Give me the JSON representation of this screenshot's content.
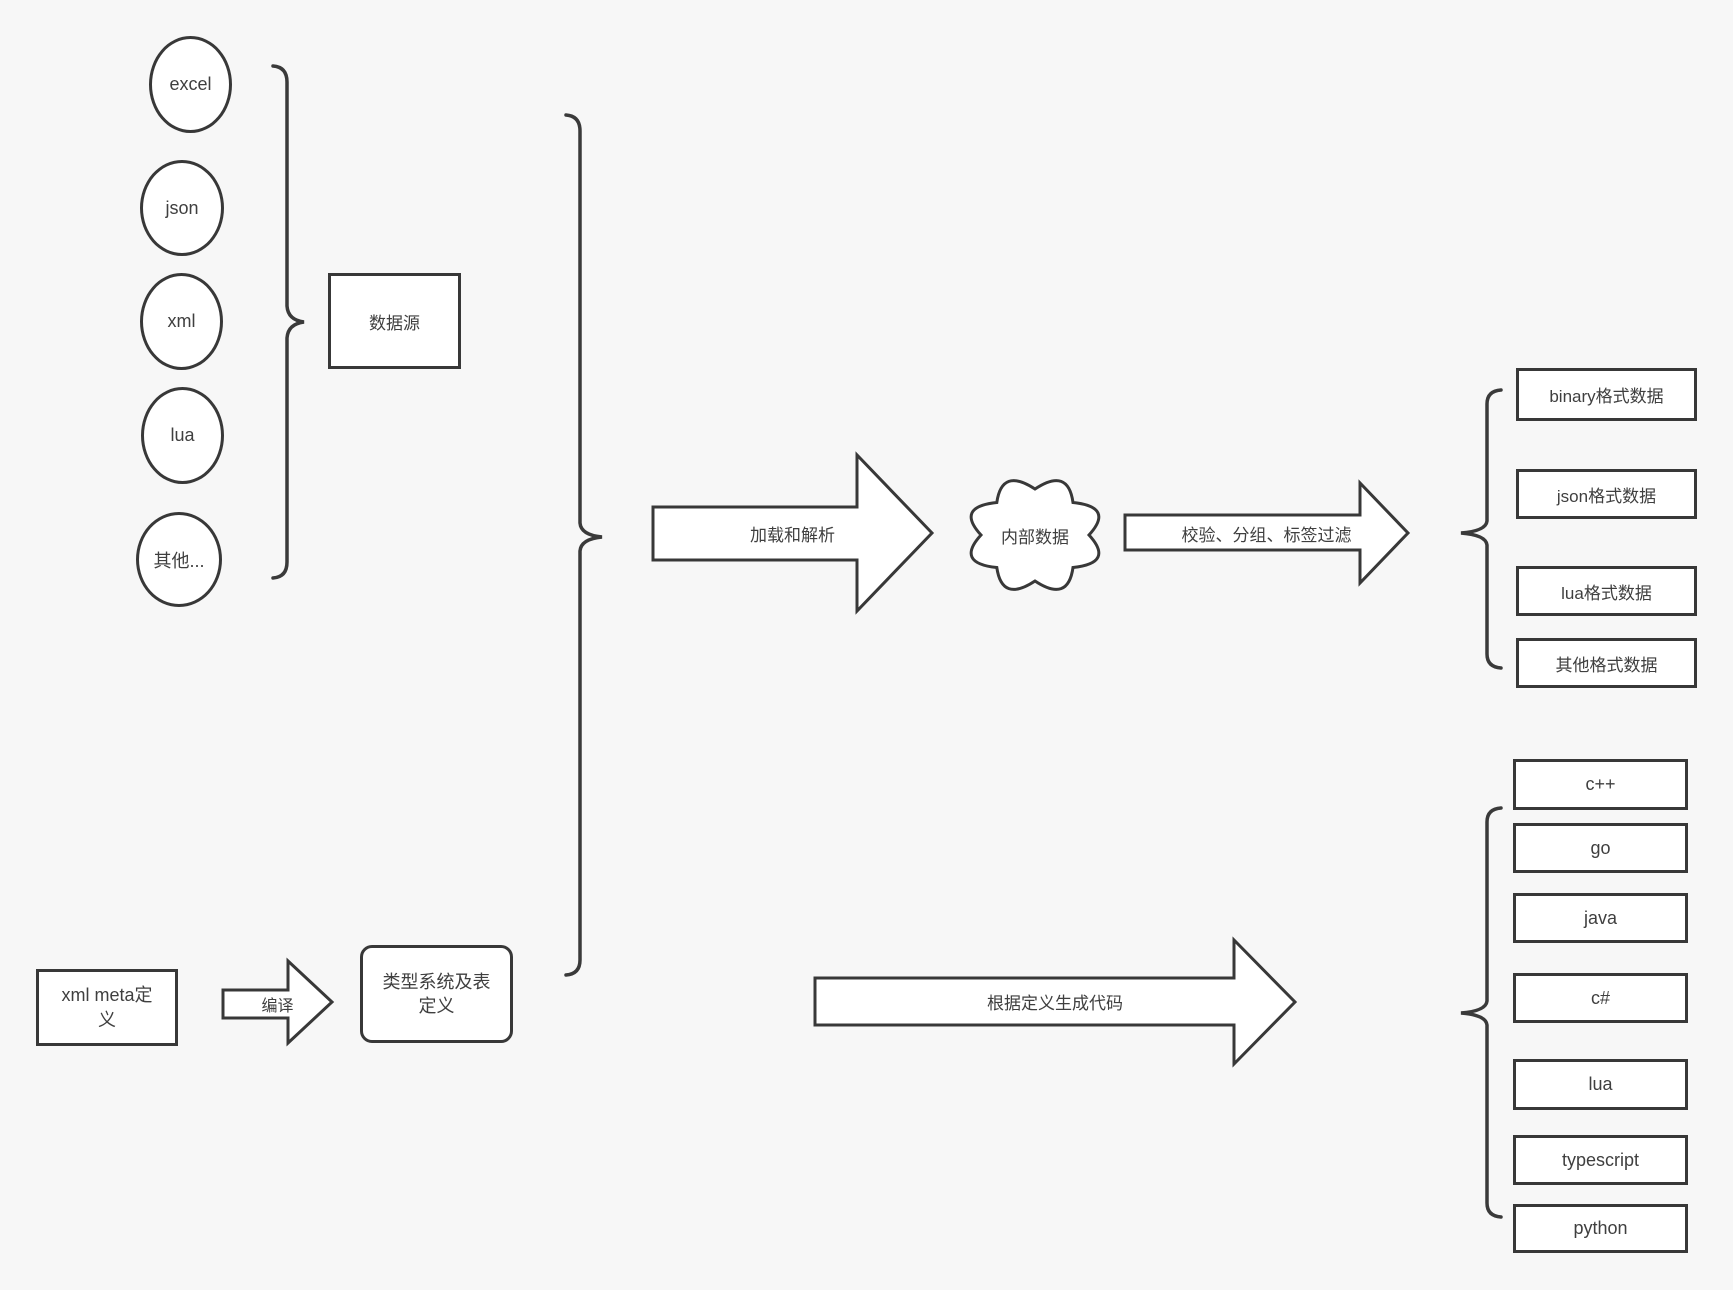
{
  "diagram": {
    "sources": {
      "items": [
        "excel",
        "json",
        "xml",
        "lua",
        "其他..."
      ],
      "group_label": "数据源"
    },
    "cloud_label": "内部数据",
    "meta_box_label": "xml meta定\n义",
    "typesys_box_label": "类型系统及表\n定义",
    "arrows": {
      "load_parse": "加载和解析",
      "filter": "校验、分组、标签过滤",
      "compile": "编译",
      "codegen": "根据定义生成代码"
    },
    "formats": [
      "binary格式数据",
      "json格式数据",
      "lua格式数据",
      "其他格式数据"
    ],
    "languages": [
      "c++",
      "go",
      "java",
      "c#",
      "lua",
      "typescript",
      "python"
    ],
    "colors": {
      "background": "#f7f7f7",
      "shape_fill": "#ffffff",
      "stroke": "#383838",
      "text": "#3f3f3f"
    }
  }
}
